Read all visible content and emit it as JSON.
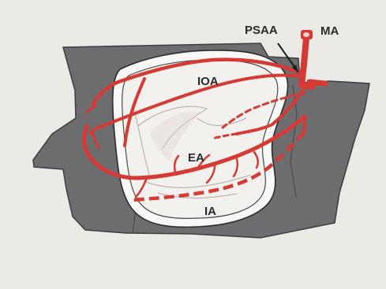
{
  "diagram": {
    "labels": {
      "psaa": "PSAA",
      "ma": "MA",
      "ioa": "IOA",
      "ea": "EA",
      "ia": "IA"
    },
    "colors": {
      "background": "#ebeae5",
      "bone": "#6d6d6f",
      "bone_outline": "#3e3e40",
      "sinus_lining": "#ffffff",
      "artery": "#d53a35",
      "label": "#2a2a2a"
    }
  }
}
